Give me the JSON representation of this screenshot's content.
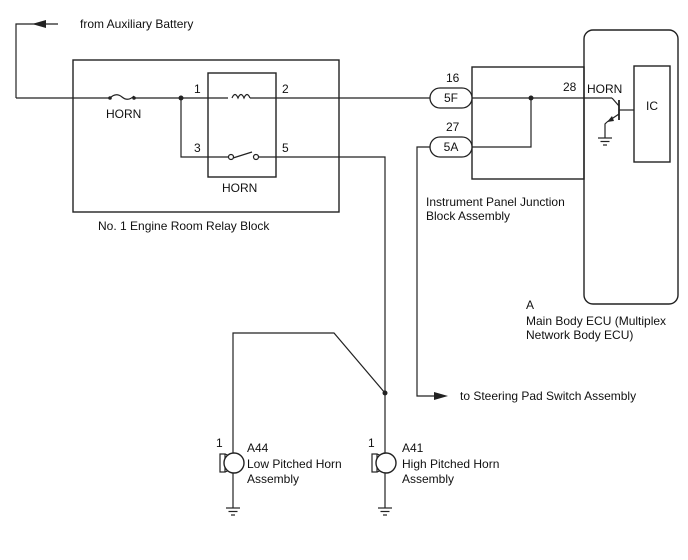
{
  "labels": {
    "from_aux": "from Auxiliary Battery",
    "to_steering": "to Steering Pad Switch Assembly",
    "relay_block": "No. 1 Engine Room Relay Block",
    "fuse": "HORN",
    "relay": "HORN",
    "ipjb_line1": "Instrument Panel Junction",
    "ipjb_line2": "Block Assembly",
    "ecu_code": "A",
    "ecu_line1": "Main Body ECU (Multiplex",
    "ecu_line2": "Network Body ECU)",
    "ecu_horn": "HORN",
    "ecu_ic": "IC",
    "a44_code": "A44",
    "a44_line1": "Low Pitched Horn",
    "a44_line2": "Assembly",
    "a41_code": "A41",
    "a41_line1": "High Pitched Horn",
    "a41_line2": "Assembly"
  },
  "pins": {
    "relay_1": "1",
    "relay_2": "2",
    "relay_3": "3",
    "relay_5": "5",
    "ipjb_16": "16",
    "ipjb_27": "27",
    "ecu_28": "28",
    "a44_1": "1",
    "a41_1": "1"
  },
  "connectors": {
    "c5F": "5F",
    "c5A": "5A"
  }
}
